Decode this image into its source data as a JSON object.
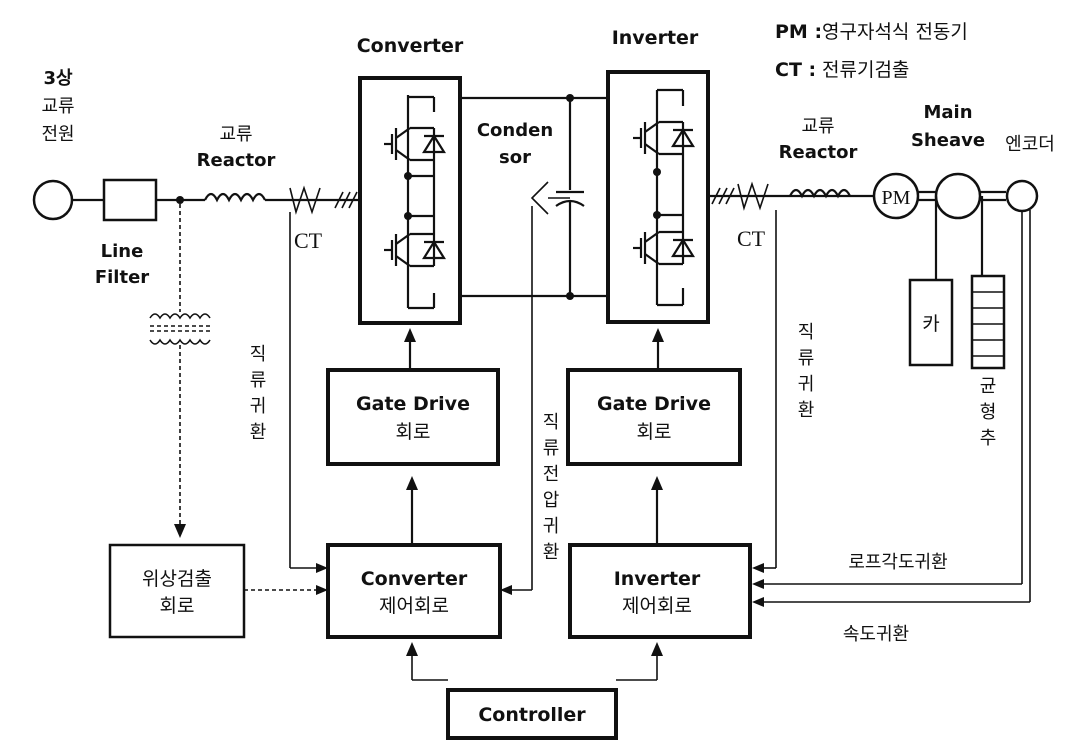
{
  "legend": {
    "pm_key": "PM :",
    "pm_desc": "영구자석식 전동기",
    "ct_key": "CT :",
    "ct_desc": "전류기검출"
  },
  "source": {
    "line1": "3상",
    "line2": "교류",
    "line3": "전원"
  },
  "line_filter": {
    "line1": "Line",
    "line2": "Filter"
  },
  "reactor_left": {
    "line1": "교류",
    "line2": "Reactor"
  },
  "reactor_right": {
    "line1": "교류",
    "line2": "Reactor"
  },
  "ct_left": "CT",
  "ct_right": "CT",
  "converter_title": "Converter",
  "inverter_title": "Inverter",
  "condensor": {
    "line1": "Conden",
    "line2": "sor"
  },
  "pm_symbol": "PM",
  "main_sheave": {
    "line1": "Main",
    "line2": "Sheave"
  },
  "encoder": "엔코더",
  "car": "카",
  "counterweight": [
    "균",
    "형",
    "추"
  ],
  "gate_drive_left": {
    "line1": "Gate Drive",
    "line2": "회로"
  },
  "gate_drive_right": {
    "line1": "Gate Drive",
    "line2": "회로"
  },
  "dc_current_fb_left": [
    "직",
    "류",
    "귀",
    "환"
  ],
  "dc_current_fb_right": [
    "직",
    "류",
    "귀",
    "환"
  ],
  "dc_voltage_fb": [
    "직",
    "류",
    "전",
    "압",
    "귀",
    "환"
  ],
  "phase_detect": {
    "line1": "위상검출",
    "line2": "회로"
  },
  "converter_ctrl": {
    "line1": "Converter",
    "line2": "제어회로"
  },
  "inverter_ctrl": {
    "line1": "Inverter",
    "line2": "제어회로"
  },
  "controller": "Controller",
  "rope_angle_fb": "로프각도귀환",
  "speed_fb": "속도귀환"
}
